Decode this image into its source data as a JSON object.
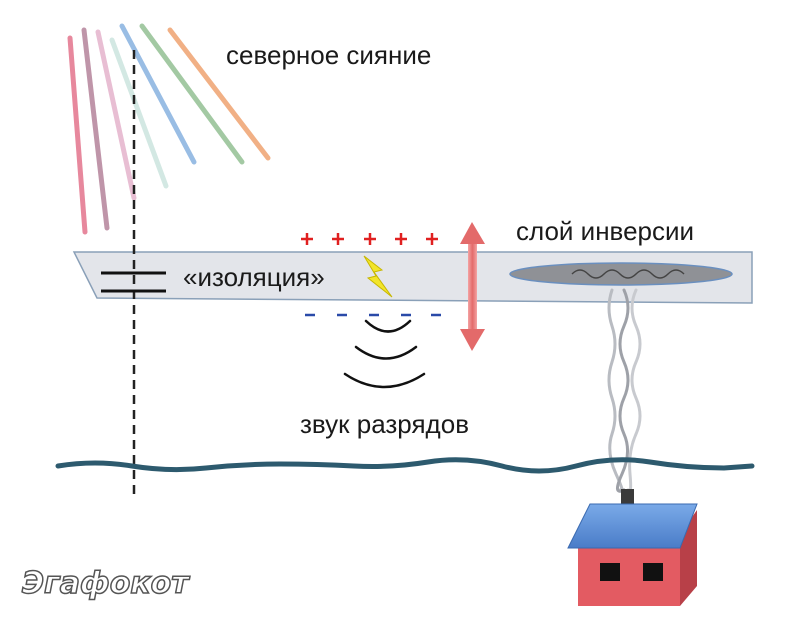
{
  "labels": {
    "aurora": "северное сияние",
    "inversion_layer": "слой инверсии",
    "insulation": "«изоляция»",
    "discharge_sound": "звук разрядов"
  },
  "charges": {
    "positive_symbol": "+",
    "positive_count": 5,
    "negative_symbol": "-",
    "negative_count": 5
  },
  "logo": "Эгафокот",
  "colors": {
    "layer_fill": "#e3e5ea",
    "layer_stroke": "#8aa0b8",
    "ground_line": "#2d5a6e",
    "positive": "#e02020",
    "negative": "#2a4aa8",
    "arrow": "#e36a6a",
    "house_wall": "#e35b62",
    "house_roof": "#5b8fd8",
    "lightning": "#f2e52a",
    "aurora_rays": [
      "#e57c93",
      "#b98aa0",
      "#e6b7cf",
      "#cfe6e0",
      "#8fb6e2",
      "#9ac49a",
      "#f0a878"
    ]
  }
}
